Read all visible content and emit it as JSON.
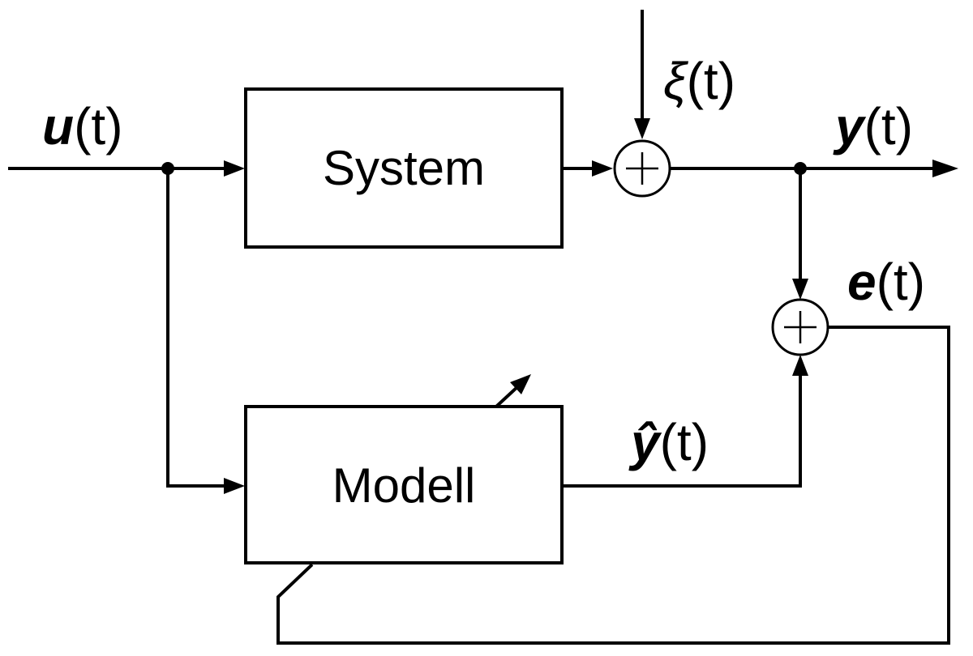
{
  "blocks": {
    "system": "System",
    "model": "Modell"
  },
  "signals": {
    "input": {
      "symbol": "u",
      "arg": "(t)"
    },
    "output": {
      "symbol": "y",
      "arg": "(t)"
    },
    "disturbance": {
      "symbol": "ξ",
      "arg": "(t)"
    },
    "error": {
      "symbol": "e",
      "arg": "(t)"
    },
    "model_output": {
      "symbol": "ŷ",
      "arg": "(t)"
    }
  },
  "junctions": {
    "sum_symbol": "+"
  }
}
